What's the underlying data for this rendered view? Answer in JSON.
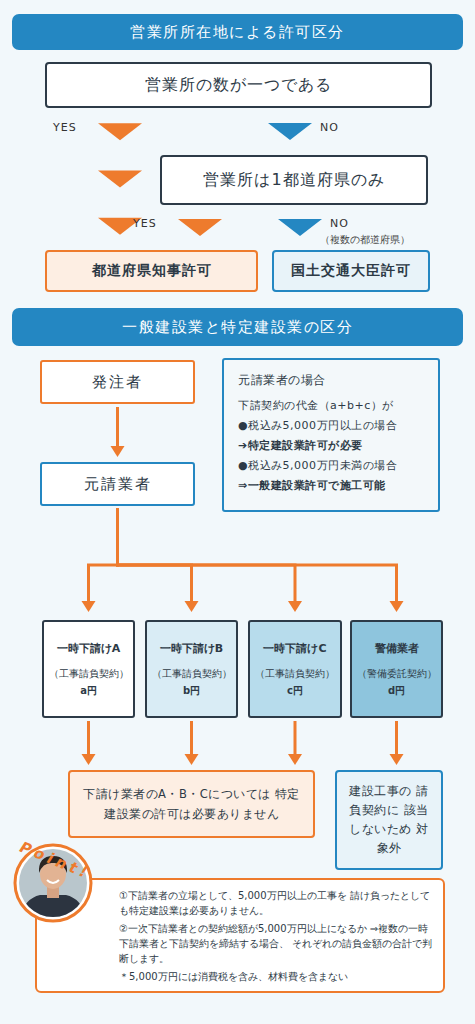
{
  "diagram": {
    "nodes": [
      {
        "text": [
          "営業所所在地による許可区分"
        ]
      },
      {
        "text": [
          "営業所の数が一つである"
        ]
      },
      {
        "text": [
          "営業所は1都道府県のみ"
        ]
      },
      {
        "text": [
          "都道府県知事許可"
        ]
      },
      {
        "text": [
          "国土交通大臣許可"
        ]
      },
      {
        "text": [
          "一般建設業と特定建設業の区分"
        ]
      },
      {
        "text": [
          "発注者"
        ]
      },
      {
        "text": [
          "元請業者の場合",
          "下請契約の代金（a+b+c）が",
          "●税込み5,000万円以上の場合",
          "➔特定建設業許可が必要",
          "●税込み5,000万円未満の場合",
          "⇒一般建設業許可で施工可能"
        ]
      },
      {
        "text": [
          "元請業者"
        ]
      },
      {
        "text": [
          "一時下請けA",
          "（工事請負契約）",
          "a円"
        ]
      },
      {
        "text": [
          "一時下請けB",
          "（工事請負契約）",
          "b円"
        ]
      },
      {
        "text": [
          "一時下請けC",
          "（工事請負契約）",
          "c円"
        ]
      },
      {
        "text": [
          "警備業者",
          "（警備委託契約）",
          "d円"
        ]
      },
      {
        "text": [
          "下請け業者のA・B・Cについては 特定建設業の許可は必要ありません"
        ]
      },
      {
        "text": [
          "建設工事の 請負契約に 該当しないため 対象外"
        ]
      },
      {
        "text": [
          "①下請業者の立場として、5,000万円以上の工事を 請け負ったとしても特定建設業は必要ありません。",
          "②一次下請業者との契約総額が5,000万円以上になるか ⇒複数の一時下請業者と下請契約を締結する場合、 それぞれの請負金額の合計で判断します。",
          "＊5,000万円には消費税を含み、材料費を含まない"
        ]
      }
    ],
    "edges": [
      {
        "from": 1,
        "to": 3,
        "label": "YES",
        "arrow": "to"
      },
      {
        "from": 1,
        "to": 2,
        "label": "NO",
        "arrow": "to"
      },
      {
        "from": 2,
        "to": 3,
        "label": "YES",
        "arrow": "to"
      },
      {
        "from": 2,
        "to": 4,
        "label": "NO",
        "arrow": "to"
      },
      {
        "from": 6,
        "to": 8,
        "arrow": "to"
      },
      {
        "from": 8,
        "to": 9,
        "arrow": "to"
      },
      {
        "from": 8,
        "to": 10,
        "arrow": "to"
      },
      {
        "from": 8,
        "to": 11,
        "arrow": "to"
      },
      {
        "from": 8,
        "to": 12,
        "arrow": "to"
      },
      {
        "from": 9,
        "to": 13,
        "arrow": "to"
      },
      {
        "from": 10,
        "to": 13,
        "arrow": "to"
      },
      {
        "from": 11,
        "to": 13,
        "arrow": "to"
      },
      {
        "from": 12,
        "to": 14,
        "arrow": "to"
      }
    ],
    "labels": [
      "（複数の都道府県）",
      "Point!"
    ]
  }
}
